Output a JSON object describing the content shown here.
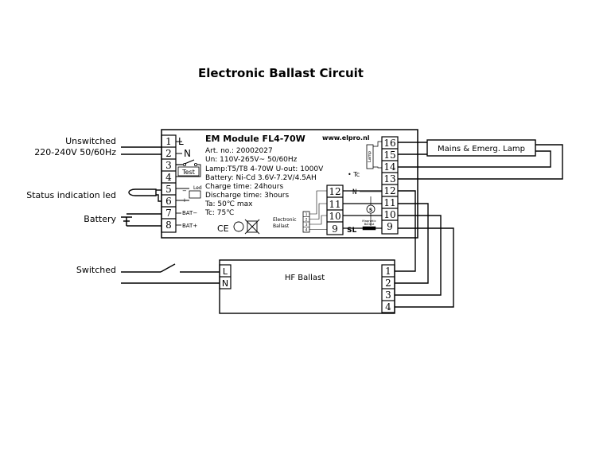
{
  "title": "Electronic Ballast Circuit",
  "left_labels": {
    "unswitched": "Unswitched",
    "voltage": "220-240V 50/60Hz",
    "status_led": "Status indication led",
    "battery": "Battery",
    "switched": "Switched"
  },
  "module": {
    "name": "EM Module FL4-70W",
    "website": "www.elpro.nl",
    "specs": [
      "Art. no.: 20002027",
      "Un: 110V-265V~ 50/60Hz",
      "Lamp:T5/T8  4-70W  U-out: 1000V",
      "Battery: Ni-Cd   3.6V-7.2V/4.5AH",
      "Charge time: 24hours",
      "Discharge time: 3hours",
      "Ta: 50℃ max",
      "Tc: 75℃"
    ],
    "left_terminals": [
      "1",
      "2",
      "3",
      "4",
      "5",
      "6",
      "7",
      "8"
    ],
    "terminal_letters": {
      "l": "L",
      "n": "N"
    },
    "test_label": "Test",
    "led_label": "Led",
    "led_minus": "−",
    "led_plus": "+",
    "bat_minus": "BAT−",
    "bat_plus": "BAT+",
    "tc_label": "• Tc",
    "lamp_label": "Lamp",
    "inner_terminals": [
      "12",
      "11",
      "10",
      "9"
    ],
    "right_terminals": [
      "16",
      "15",
      "14",
      "13",
      "12",
      "11",
      "10",
      "9"
    ],
    "n_label": "N",
    "sl_label": "SL",
    "s_label": "S",
    "magnetic_label": "Magnetic Ballast",
    "electronic_label": "Electronic Ballast",
    "mini_pins": [
      "1",
      "2",
      "3",
      "4"
    ],
    "ce_mark": "CE"
  },
  "mains_lamp": "Mains & Emerg. Lamp",
  "hf_ballast": {
    "name": "HF Ballast",
    "input_terminals": [
      "L",
      "N"
    ],
    "output_terminals": [
      "1",
      "2",
      "3",
      "4"
    ]
  }
}
